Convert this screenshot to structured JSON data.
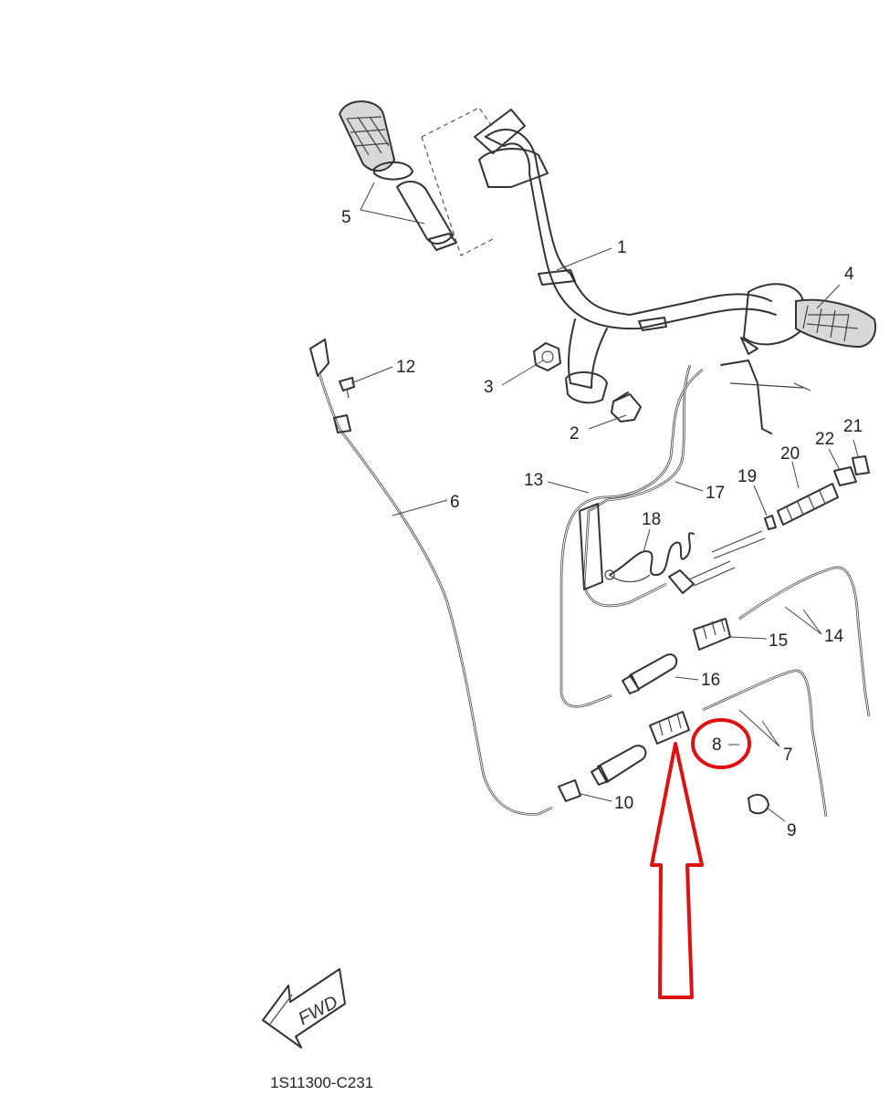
{
  "callouts": {
    "c1": "1",
    "c2": "2",
    "c3": "3",
    "c4": "4",
    "c5": "5",
    "c6": "6",
    "c7": "7",
    "c8": "8",
    "c9": "9",
    "c10": "10",
    "c12": "12",
    "c13": "13",
    "c14": "14",
    "c15": "15",
    "c16": "16",
    "c17": "17",
    "c18": "18",
    "c19": "19",
    "c20": "20",
    "c21": "21",
    "c22": "22"
  },
  "fwd_label": "FWD",
  "diagram_code": "1S11300-C231",
  "colors": {
    "highlight": "#dd1111",
    "lines": "#333333"
  },
  "icons": {
    "highlight_marker": "red-up-arrow-icon",
    "forward_marker": "fwd-arrow-icon"
  }
}
